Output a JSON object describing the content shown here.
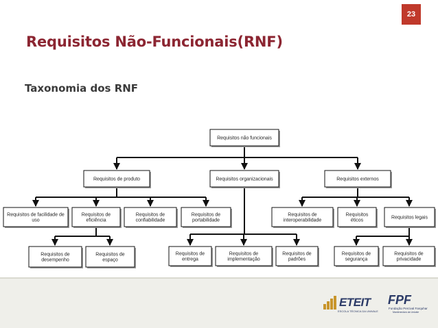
{
  "page_number": "23",
  "title": "Requisitos Não-Funcionais(RNF)",
  "subtitle": "Taxonomia dos RNF",
  "diagram": {
    "root": {
      "lines": [
        "Requisitos não funcionais"
      ]
    },
    "produto": {
      "lines": [
        "Requisitos de produto"
      ]
    },
    "organizacionais": {
      "lines": [
        "Requisitos organizacionais"
      ]
    },
    "externos": {
      "lines": [
        "Requisitos externos"
      ]
    },
    "facilidade": {
      "lines": [
        "Requisitos de facilidade de",
        "uso"
      ]
    },
    "eficiencia": {
      "lines": [
        "Requisitos de",
        "eficiência"
      ]
    },
    "confiabilidade": {
      "lines": [
        "Requisitos de",
        "confiabilidade"
      ]
    },
    "portabilidade": {
      "lines": [
        "Requisitos de",
        "portabilidade"
      ]
    },
    "desempenho": {
      "lines": [
        "Requisitos de",
        "desempenho"
      ]
    },
    "espaco": {
      "lines": [
        "Requisitos de",
        "espaço"
      ]
    },
    "entrega": {
      "lines": [
        "Requisitos de",
        "entrega"
      ]
    },
    "implementacao": {
      "lines": [
        "Requisitos de",
        "implementação"
      ]
    },
    "padroes": {
      "lines": [
        "Requisitos de",
        "padrões"
      ]
    },
    "interoperabilidade": {
      "lines": [
        "Requisitos de",
        "interoperabilidade"
      ]
    },
    "eticos": {
      "lines": [
        "Requisitos",
        "éticos"
      ]
    },
    "legais": {
      "lines": [
        "Requisitos legais"
      ]
    },
    "seguranca": {
      "lines": [
        "Requisitos de",
        "segurança"
      ]
    },
    "privacidade": {
      "lines": [
        "Requisitos de",
        "privacidade"
      ]
    }
  },
  "footer": {
    "eteit_logo": "ETEIT",
    "eteit_caption": "ESCOLA TÉCNICA DA UNIVALE",
    "fpf_logo": "FPF",
    "fpf_caption": "Fundação Percival Farquhar",
    "fpf_caption2": "Mantenedora da Univale"
  },
  "colors": {
    "title": "#8c2632",
    "page_badge": "#c0392b",
    "footer_bg": "#efefea",
    "logo_blue": "#2b3a67",
    "logo_gold": "#c8952b"
  }
}
